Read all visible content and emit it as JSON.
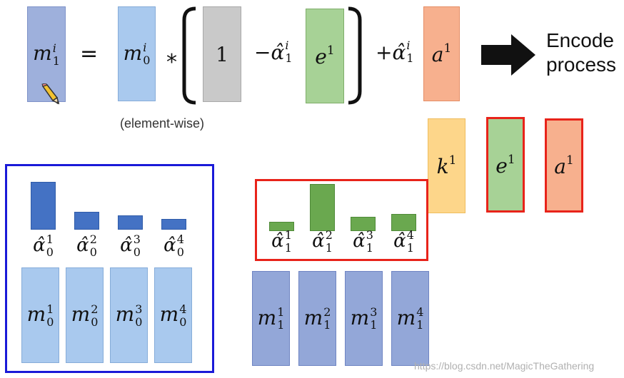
{
  "equation": {
    "lhs": {
      "base": "m",
      "sup": "i",
      "sub": "1"
    },
    "equals": "=",
    "m0": {
      "base": "m",
      "sup": "i",
      "sub": "0"
    },
    "times": "*",
    "one": "1",
    "minus_alpha": {
      "prefix": "−",
      "base": "α̂",
      "sup": "i",
      "sub": "1"
    },
    "e": {
      "base": "e",
      "sup": "1"
    },
    "plus_alpha": {
      "prefix": "+",
      "base": "α̂",
      "sup": "i",
      "sub": "1"
    },
    "a": {
      "base": "a",
      "sup": "1"
    },
    "caption": "(element-wise)",
    "encode_line1": "Encode",
    "encode_line2": "process"
  },
  "key_vectors": [
    {
      "base": "k",
      "sup": "1"
    },
    {
      "base": "e",
      "sup": "1"
    },
    {
      "base": "a",
      "sup": "1"
    }
  ],
  "left_group": {
    "bars": [
      {
        "label_base": "α̂",
        "sup": "1",
        "sub": "0",
        "value": 1.0
      },
      {
        "label_base": "α̂",
        "sup": "2",
        "sub": "0",
        "value": 0.37
      },
      {
        "label_base": "α̂",
        "sup": "3",
        "sub": "0",
        "value": 0.3
      },
      {
        "label_base": "α̂",
        "sup": "4",
        "sub": "0",
        "value": 0.23
      }
    ],
    "memory": [
      {
        "base": "m",
        "sup": "1",
        "sub": "0"
      },
      {
        "base": "m",
        "sup": "2",
        "sub": "0"
      },
      {
        "base": "m",
        "sup": "3",
        "sub": "0"
      },
      {
        "base": "m",
        "sup": "4",
        "sub": "0"
      }
    ]
  },
  "right_group": {
    "bars": [
      {
        "label_base": "α̂",
        "sup": "1",
        "sub": "1",
        "value": 0.2
      },
      {
        "label_base": "α̂",
        "sup": "2",
        "sub": "1",
        "value": 1.0
      },
      {
        "label_base": "α̂",
        "sup": "3",
        "sub": "1",
        "value": 0.3
      },
      {
        "label_base": "α̂",
        "sup": "4",
        "sub": "1",
        "value": 0.37
      }
    ],
    "memory": [
      {
        "base": "m",
        "sup": "1",
        "sub": "1"
      },
      {
        "base": "m",
        "sup": "2",
        "sub": "1"
      },
      {
        "base": "m",
        "sup": "3",
        "sub": "1"
      },
      {
        "base": "m",
        "sup": "4",
        "sub": "1"
      }
    ]
  },
  "watermark": "https://blog.csdn.net/MagicTheGathering",
  "icons": [
    "pencil-icon",
    "arrow-right-icon"
  ],
  "colors": {
    "blue_frame": "#1a1ad8",
    "red_frame": "#e8231a",
    "bar_blue": "#4472c4",
    "bar_green": "#6aa84f"
  }
}
